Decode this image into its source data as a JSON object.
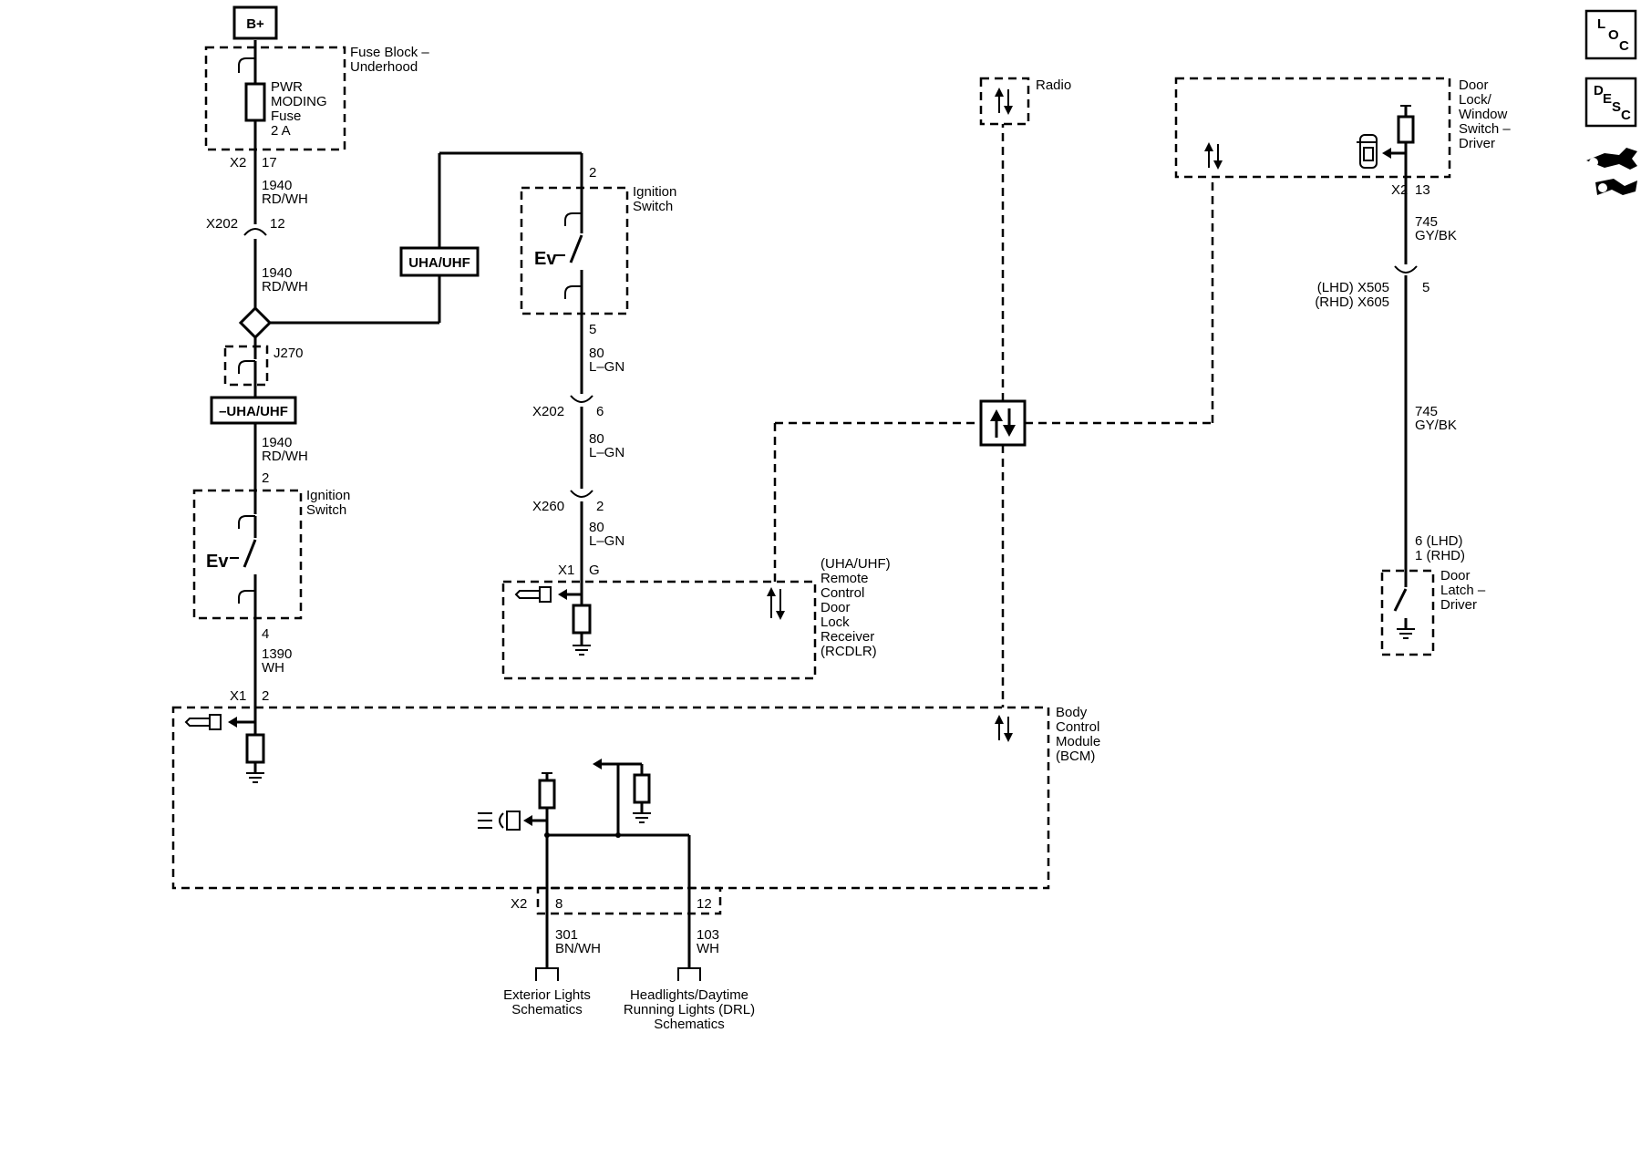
{
  "battery": {
    "label": "B+"
  },
  "fuse_block": {
    "name": "Fuse Block –\nUnderhood",
    "fuse": "PWR\nMODING\nFuse\n2 A",
    "connector": "X2",
    "pin": "17"
  },
  "circuits": {
    "rdwh_1": {
      "number": "1940",
      "color": "RD/WH"
    },
    "rdwh_2": {
      "number": "1940",
      "color": "RD/WH"
    },
    "rdwh_3": {
      "number": "1940",
      "color": "RD/WH"
    },
    "wh_1390": {
      "number": "1390",
      "color": "WH"
    },
    "lgn_1": {
      "number": "80",
      "color": "L–GN"
    },
    "lgn_2": {
      "number": "80",
      "color": "L–GN"
    },
    "lgn_3": {
      "number": "80",
      "color": "L–GN"
    },
    "gybk_1": {
      "number": "745",
      "color": "GY/BK"
    },
    "gybk_2": {
      "number": "745",
      "color": "GY/BK"
    },
    "bnwh": {
      "number": "301",
      "color": "BN/WH"
    },
    "wh_103": {
      "number": "103",
      "color": "WH"
    }
  },
  "connectors": {
    "x202_a": {
      "name": "X202",
      "pin": "12"
    },
    "x202_b": {
      "name": "X202",
      "pin": "6"
    },
    "x260": {
      "name": "X260",
      "pin": "2"
    },
    "x1_rcdlr": {
      "name": "X1",
      "pin": "G"
    },
    "x1_bcm": {
      "name": "X1",
      "pin": "2"
    },
    "x2_bcm": {
      "name": "X2",
      "pin_a": "8",
      "pin_b": "12"
    },
    "x2_door": {
      "name": "X2",
      "pin": "13"
    },
    "x505": {
      "name": "(LHD) X505\n(RHD) X605",
      "pin": "5"
    }
  },
  "splice": {
    "name": "J270"
  },
  "options": {
    "uha_uhf": "UHA/UHF",
    "not_uha_uhf": "–UHA/UHF"
  },
  "ignition_switch_left": {
    "name": "Ignition\nSwitch",
    "pin_top": "2",
    "pin_bottom": "4",
    "symbol": "Ev"
  },
  "ignition_switch_right": {
    "name": "Ignition\nSwitch",
    "pin_top": "2",
    "pin_bottom": "5",
    "symbol": "Ev"
  },
  "rcdlr": {
    "name": "(UHA/UHF)\nRemote\nControl\nDoor\nLock\nReceiver\n(RCDLR)"
  },
  "bcm": {
    "name": "Body\nControl\nModule\n(BCM)"
  },
  "radio": {
    "name": "Radio"
  },
  "door_switch": {
    "name": "Door\nLock/\nWindow\nSwitch –\nDriver"
  },
  "door_latch": {
    "name": "Door\nLatch –\nDriver",
    "pins": "6 (LHD)\n1 (RHD)"
  },
  "refs": {
    "exterior": "Exterior Lights\nSchematics",
    "headlights": "Headlights/Daytime\nRunning Lights (DRL)\nSchematics"
  },
  "side_icons": {
    "loc": [
      "L",
      "O",
      "C"
    ],
    "desc": [
      "D",
      "E",
      "S",
      "C"
    ],
    "tools": "wrench-icon"
  }
}
